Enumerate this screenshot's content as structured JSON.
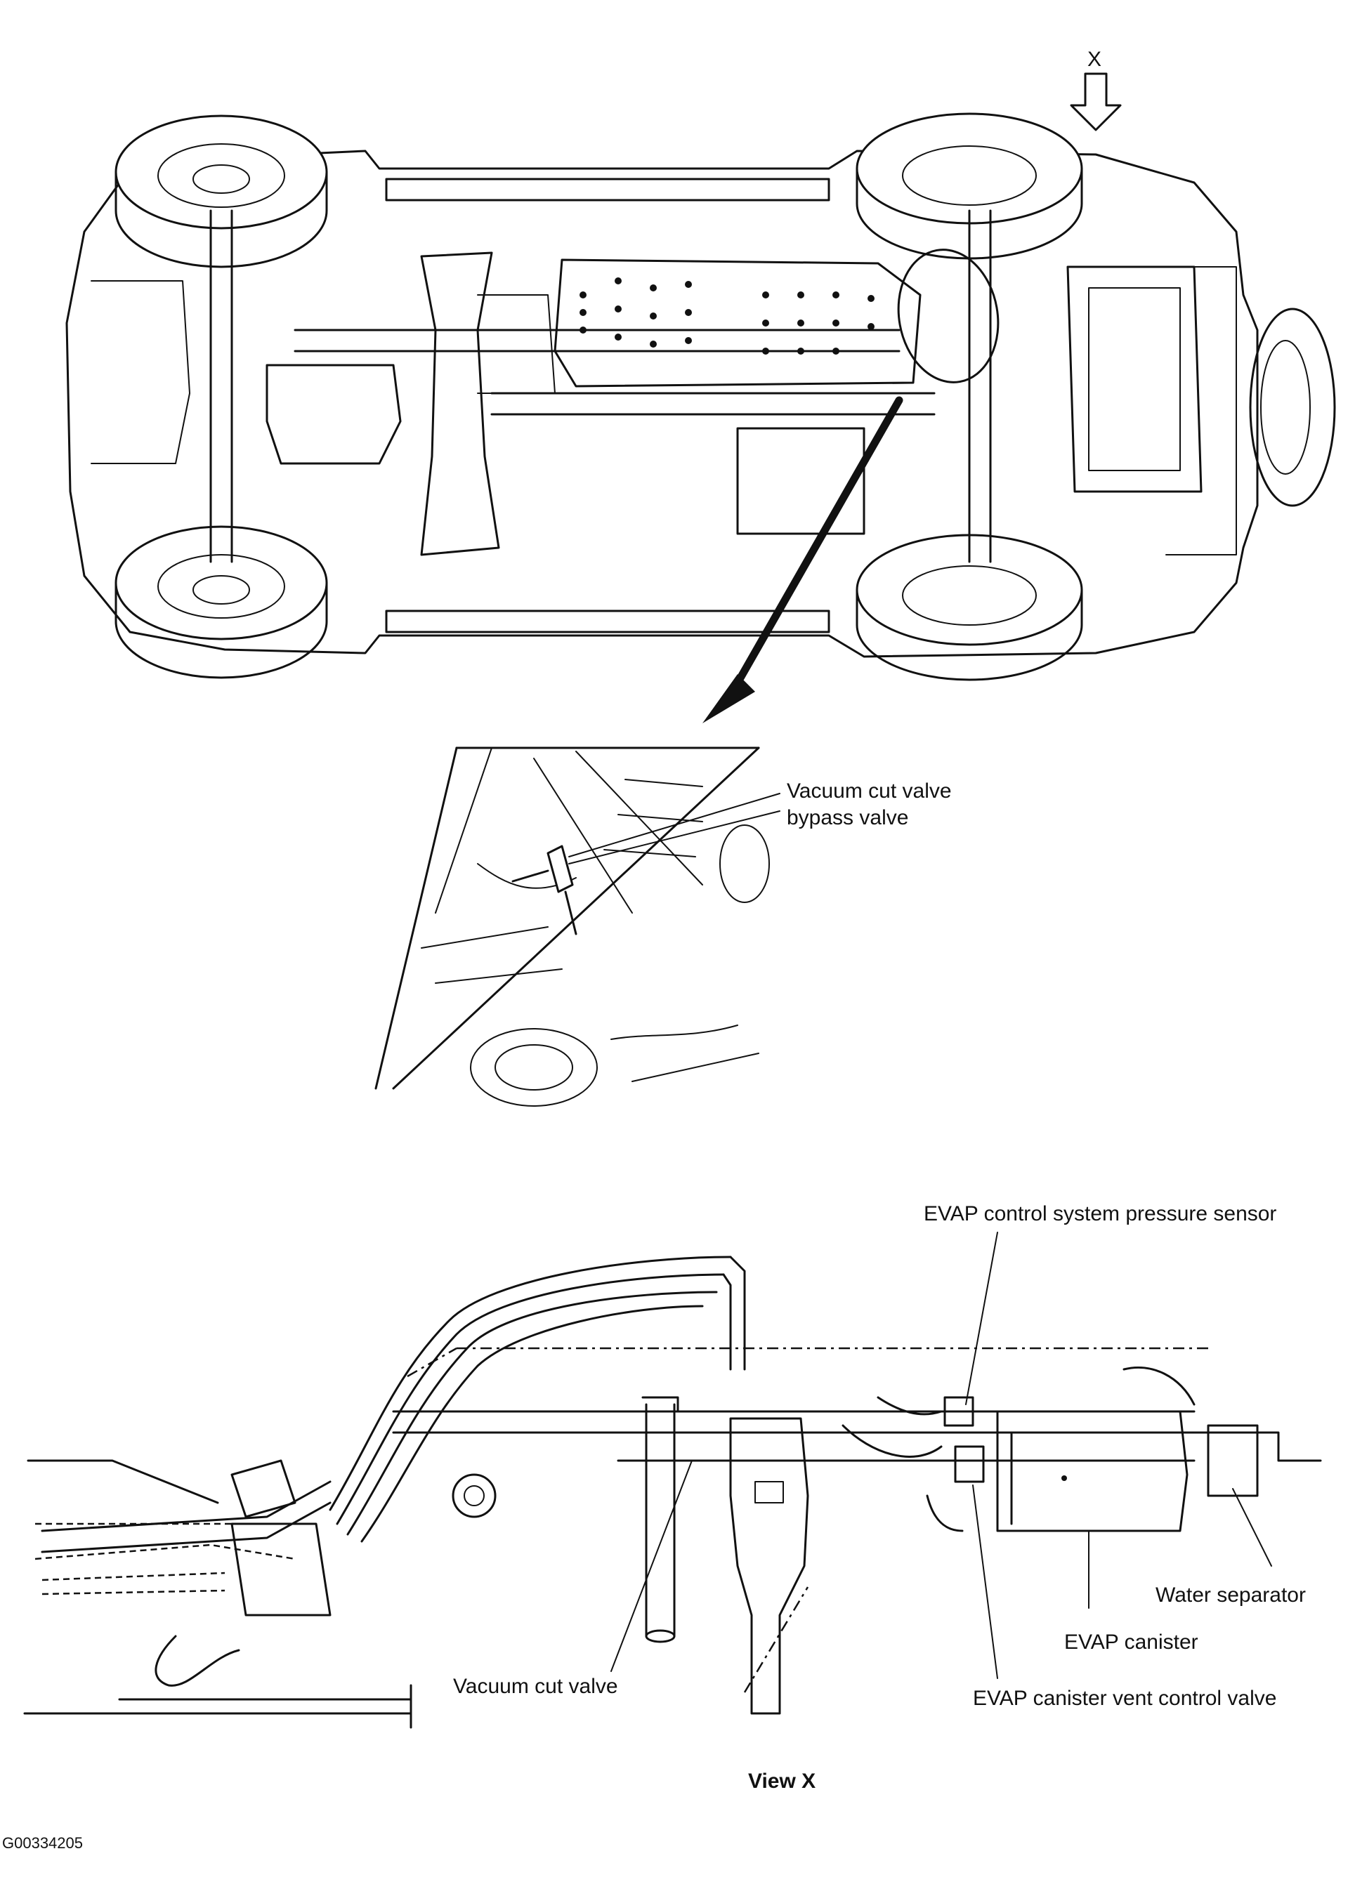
{
  "view_marker": "X",
  "callouts": {
    "vacuum_cut_valve_bypass_line1": "Vacuum cut valve",
    "vacuum_cut_valve_bypass_line2": "bypass valve",
    "evap_pressure_sensor": "EVAP control system pressure sensor",
    "water_separator": "Water separator",
    "evap_canister": "EVAP canister",
    "vacuum_cut_valve": "Vacuum cut valve",
    "evap_vent_valve": "EVAP canister vent control valve"
  },
  "view_caption": "View X",
  "figure_id": "G00334205"
}
